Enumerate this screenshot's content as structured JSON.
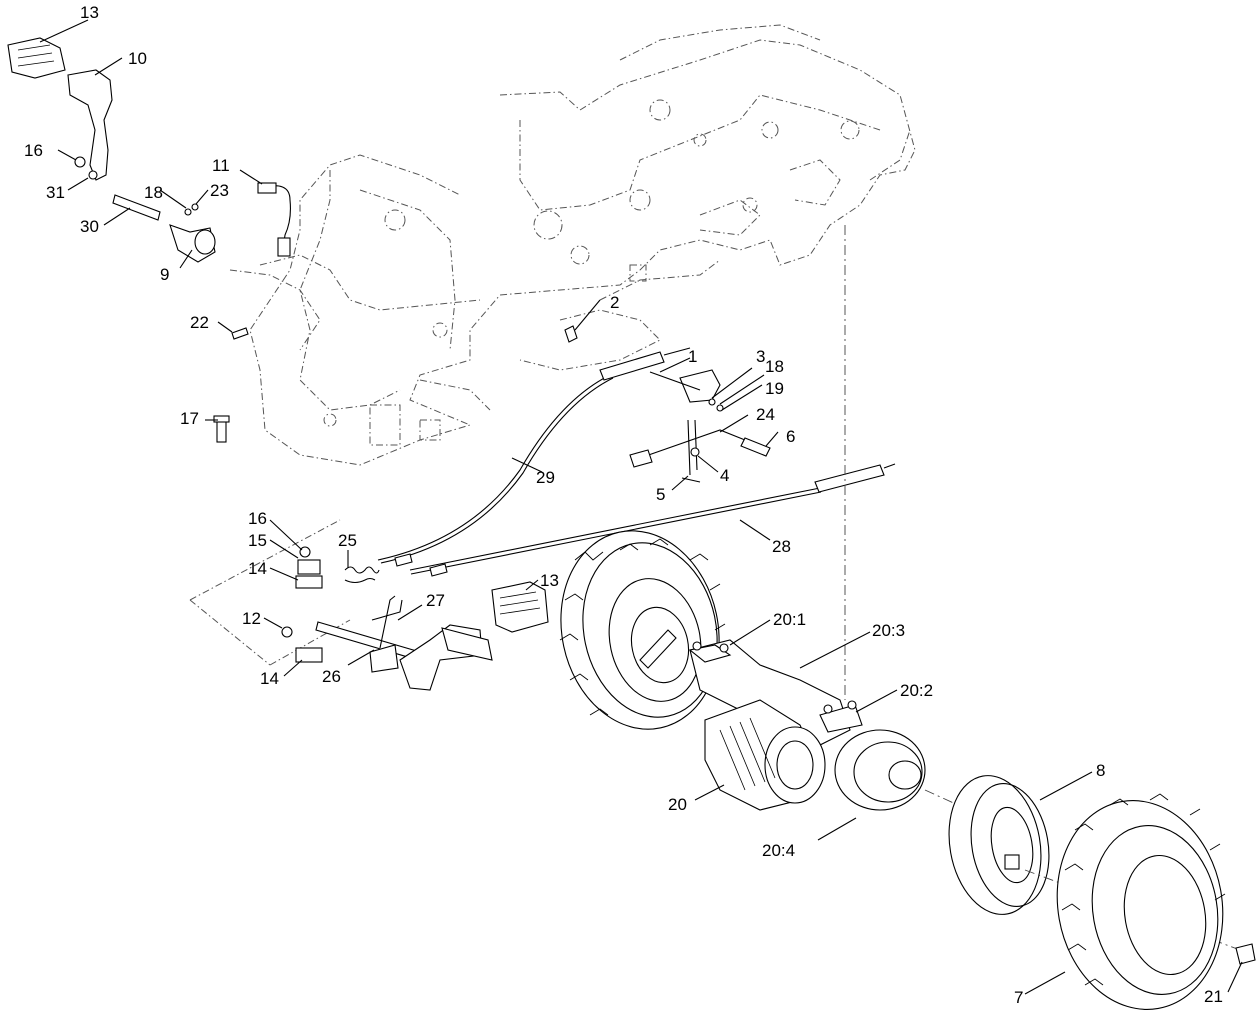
{
  "callouts": [
    {
      "id": "c13a",
      "label": "13"
    },
    {
      "id": "c10",
      "label": "10"
    },
    {
      "id": "c16a",
      "label": "16"
    },
    {
      "id": "c31",
      "label": "31"
    },
    {
      "id": "c11",
      "label": "11"
    },
    {
      "id": "c18a",
      "label": "18"
    },
    {
      "id": "c23",
      "label": "23"
    },
    {
      "id": "c30",
      "label": "30"
    },
    {
      "id": "c9",
      "label": "9"
    },
    {
      "id": "c22",
      "label": "22"
    },
    {
      "id": "c2",
      "label": "2"
    },
    {
      "id": "c1",
      "label": "1"
    },
    {
      "id": "c3",
      "label": "3"
    },
    {
      "id": "c18b",
      "label": "18"
    },
    {
      "id": "c19",
      "label": "19"
    },
    {
      "id": "c24",
      "label": "24"
    },
    {
      "id": "c6",
      "label": "6"
    },
    {
      "id": "c4",
      "label": "4"
    },
    {
      "id": "c5",
      "label": "5"
    },
    {
      "id": "c17",
      "label": "17"
    },
    {
      "id": "c29",
      "label": "29"
    },
    {
      "id": "c28",
      "label": "28"
    },
    {
      "id": "c16b",
      "label": "16"
    },
    {
      "id": "c15",
      "label": "15"
    },
    {
      "id": "c25",
      "label": "25"
    },
    {
      "id": "c14a",
      "label": "14"
    },
    {
      "id": "c13b",
      "label": "13"
    },
    {
      "id": "c27",
      "label": "27"
    },
    {
      "id": "c12",
      "label": "12"
    },
    {
      "id": "c26",
      "label": "26"
    },
    {
      "id": "c14b",
      "label": "14"
    },
    {
      "id": "c20_1",
      "label": "20:1"
    },
    {
      "id": "c20_3",
      "label": "20:3"
    },
    {
      "id": "c20_2",
      "label": "20:2"
    },
    {
      "id": "c20",
      "label": "20"
    },
    {
      "id": "c20_4",
      "label": "20:4"
    },
    {
      "id": "c8",
      "label": "8"
    },
    {
      "id": "c7",
      "label": "7"
    },
    {
      "id": "c21",
      "label": "21"
    }
  ]
}
